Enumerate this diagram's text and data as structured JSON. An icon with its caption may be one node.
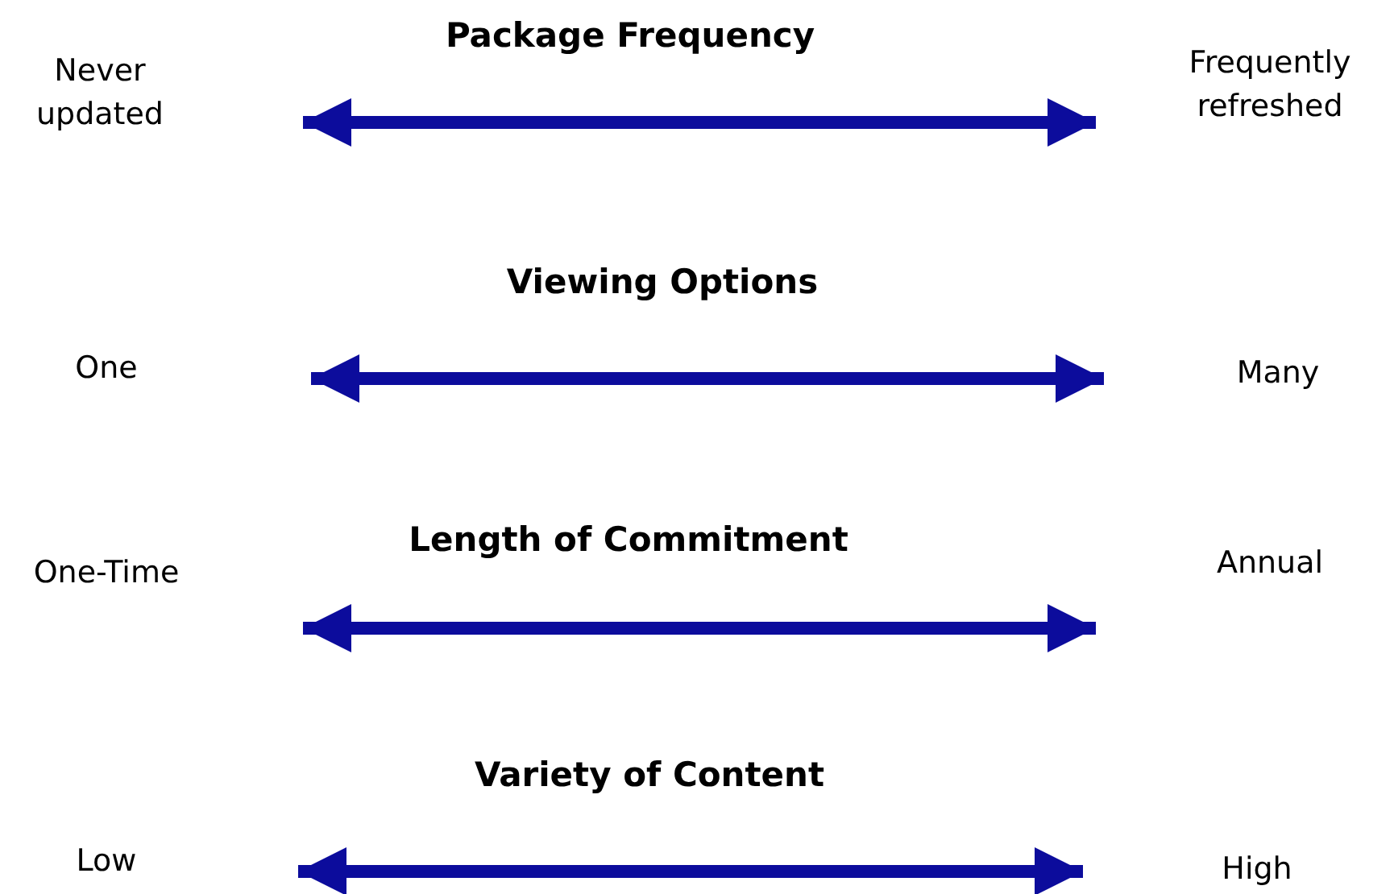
{
  "diagram": {
    "nodes": [
      {
        "text": [
          "Never updated"
        ]
      },
      {
        "text": [
          "Frequently refreshed"
        ]
      },
      {
        "text": [
          "One"
        ]
      },
      {
        "text": [
          "Many"
        ]
      },
      {
        "text": [
          "One-Time"
        ]
      },
      {
        "text": [
          "Annual"
        ]
      },
      {
        "text": [
          "Low"
        ]
      },
      {
        "text": [
          "High"
        ]
      }
    ],
    "edges": [
      {
        "from": 0,
        "to": 1,
        "arrow": "both"
      },
      {
        "from": 2,
        "to": 3,
        "arrow": "both"
      },
      {
        "from": 4,
        "to": 5,
        "arrow": "both"
      },
      {
        "from": 6,
        "to": 7,
        "arrow": "both"
      }
    ],
    "labels": [
      "Package Frequency",
      "Viewing Options",
      "Length of Commitment",
      "Variety of Content"
    ]
  }
}
